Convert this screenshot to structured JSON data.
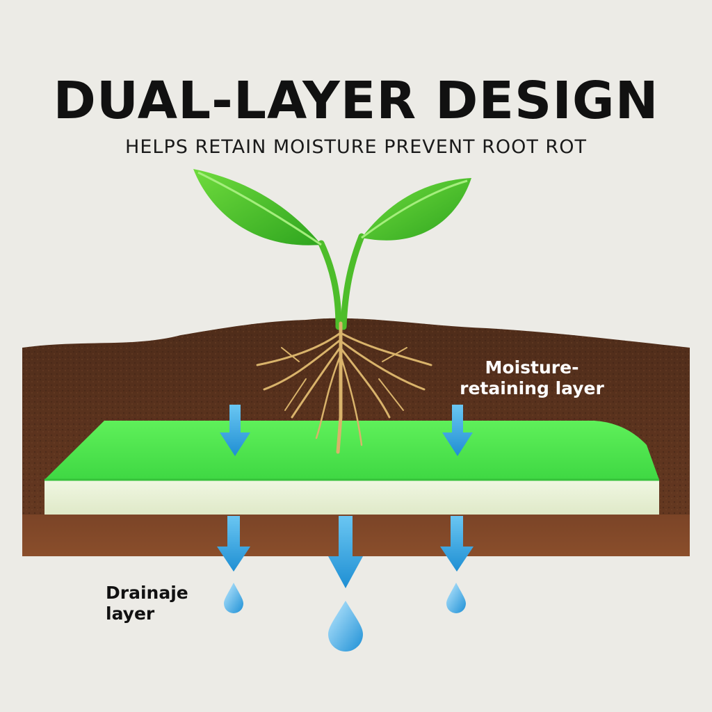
{
  "header": {
    "title": "DUAL-LAYER DESIGN",
    "subtitle": "HELPS RETAIN MOISTURE PREVENT ROOT ROT"
  },
  "labels": {
    "moisture_layer_line1": "Moisture-",
    "moisture_layer_line2": "retaining layer",
    "drainage_layer_line1": "Drainaje",
    "drainage_layer_line2": "layer"
  },
  "icons": [
    "plant-sprout-icon",
    "root-icon",
    "arrow-down-icon",
    "water-drop-icon"
  ],
  "colors": {
    "background": "#ecebe6",
    "soil_dark": "#5a3420",
    "soil_light": "#7a4426",
    "moisture_layer": "#44e14a",
    "drainage_layer": "#e9f3d6",
    "arrow": "#2f9fdc",
    "leaf": "#4cc52c"
  }
}
